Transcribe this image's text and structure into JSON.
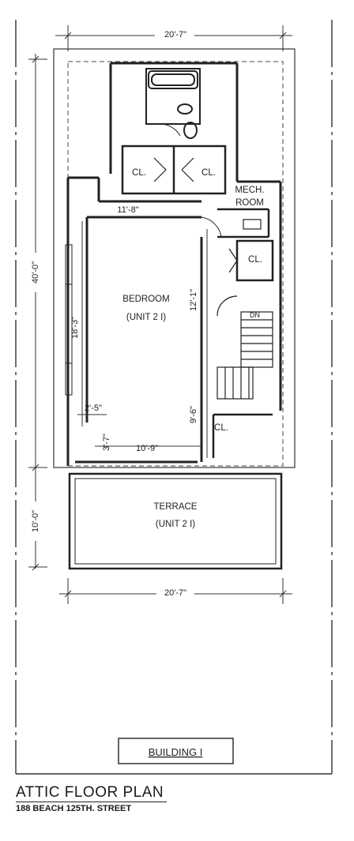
{
  "labels": {
    "width_top": "20'-7\"",
    "width_bottom": "20'-7\"",
    "depth_overall": "40'-0\"",
    "depth_terrace": "10'-0\"",
    "bedroom_width": "11'-8\"",
    "bedroom_depth": "12'-1\"",
    "bedroom_left": "18'-3\"",
    "bedroom_bottom": "10'-9\"",
    "dim_2_5": "2'-5\"",
    "dim_3_7": "3'-7\"",
    "dim_9_6": "9'-6\"",
    "closet_left": "CL.",
    "closet_right": "CL.",
    "closet_mid": "CL.",
    "closet_low": "CL.",
    "mech_1": "MECH.",
    "mech_2": "ROOM",
    "bedroom_name": "BEDROOM",
    "bedroom_unit": "(UNIT 2 I)",
    "terrace_name": "TERRACE",
    "terrace_unit": "(UNIT 2 I)",
    "stair_dn": "DN",
    "building": "BUILDING I"
  },
  "title": "ATTIC FLOOR PLAN",
  "address": "188 BEACH 125TH. STREET"
}
